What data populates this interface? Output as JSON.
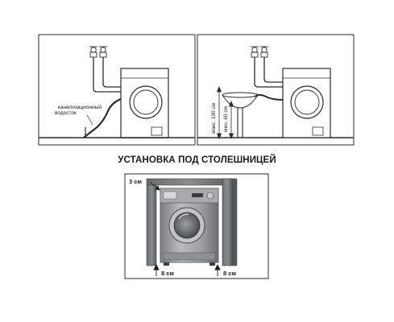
{
  "panels": {
    "left": {
      "drain_label": [
        "канализационный",
        "водосток"
      ]
    },
    "right": {
      "max_height_label": "макс. 100 см",
      "min_height_label": "мин. 60 см"
    }
  },
  "section_title": "УСТАНОВКА ПОД СТОЛЕШНИЦЕЙ",
  "undercounter": {
    "top_gap_label": "3 см",
    "bottom_left_label": "8 см",
    "bottom_right_label": "8 см"
  },
  "colors": {
    "line": "#2b2b2b",
    "machine_body": "#9a9da1",
    "machine_dark": "#5f6367",
    "cabinet": "#7a7d80",
    "door_glass": "#6f7478"
  }
}
